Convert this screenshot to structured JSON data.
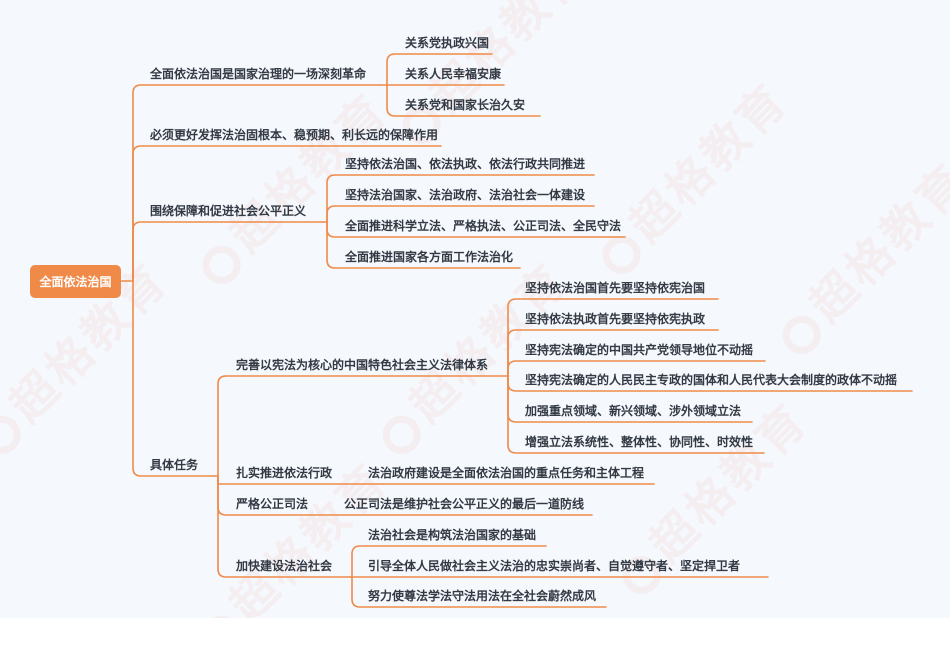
{
  "theme": {
    "line_color": "#F08A48",
    "root_bg": "#F08A48",
    "root_text": "#FFFFFF",
    "text_color": "#333A44",
    "canvas_bg": "#F5F8FD"
  },
  "watermark": {
    "text": "超格教育"
  },
  "root": {
    "label": "全面依法治国"
  },
  "branches": [
    {
      "label": "全面依法治国是国家治理的一场深刻革命",
      "children": [
        "关系党执政兴国",
        "关系人民幸福安康",
        "关系党和国家长治久安"
      ]
    },
    {
      "label": "必须更好发挥法治固根本、稳预期、利长远的保障作用",
      "children": []
    },
    {
      "label": "围绕保障和促进社会公平正义",
      "children": [
        "坚持依法治国、依法执政、依法行政共同推进",
        "坚持法治国家、法治政府、法治社会一体建设",
        "全面推进科学立法、严格执法、公正司法、全民守法",
        "全面推进国家各方面工作法治化"
      ]
    },
    {
      "label": "具体任务",
      "children": [
        {
          "label": "完善以宪法为核心的中国特色社会主义法律体系",
          "children": [
            "坚持依法治国首先要坚持依宪治国",
            "坚持依法执政首先要坚持依宪执政",
            "坚持宪法确定的中国共产党领导地位不动摇",
            "坚持宪法确定的人民民主专政的国体和人民代表大会制度的政体不动摇",
            "加强重点领域、新兴领域、涉外领域立法",
            "增强立法系统性、整体性、协同性、时效性"
          ]
        },
        {
          "label": "扎实推进依法行政",
          "children": [
            "法治政府建设是全面依法治国的重点任务和主体工程"
          ]
        },
        {
          "label": "严格公正司法",
          "children": [
            "公正司法是维护社会公平正义的最后一道防线"
          ]
        },
        {
          "label": "加快建设法治社会",
          "children": [
            "法治社会是构筑法治国家的基础",
            "引导全体人民做社会主义法治的忠实崇尚者、自觉遵守者、坚定捍卫者",
            "努力使尊法学法守法用法在全社会蔚然成风"
          ]
        }
      ]
    }
  ]
}
